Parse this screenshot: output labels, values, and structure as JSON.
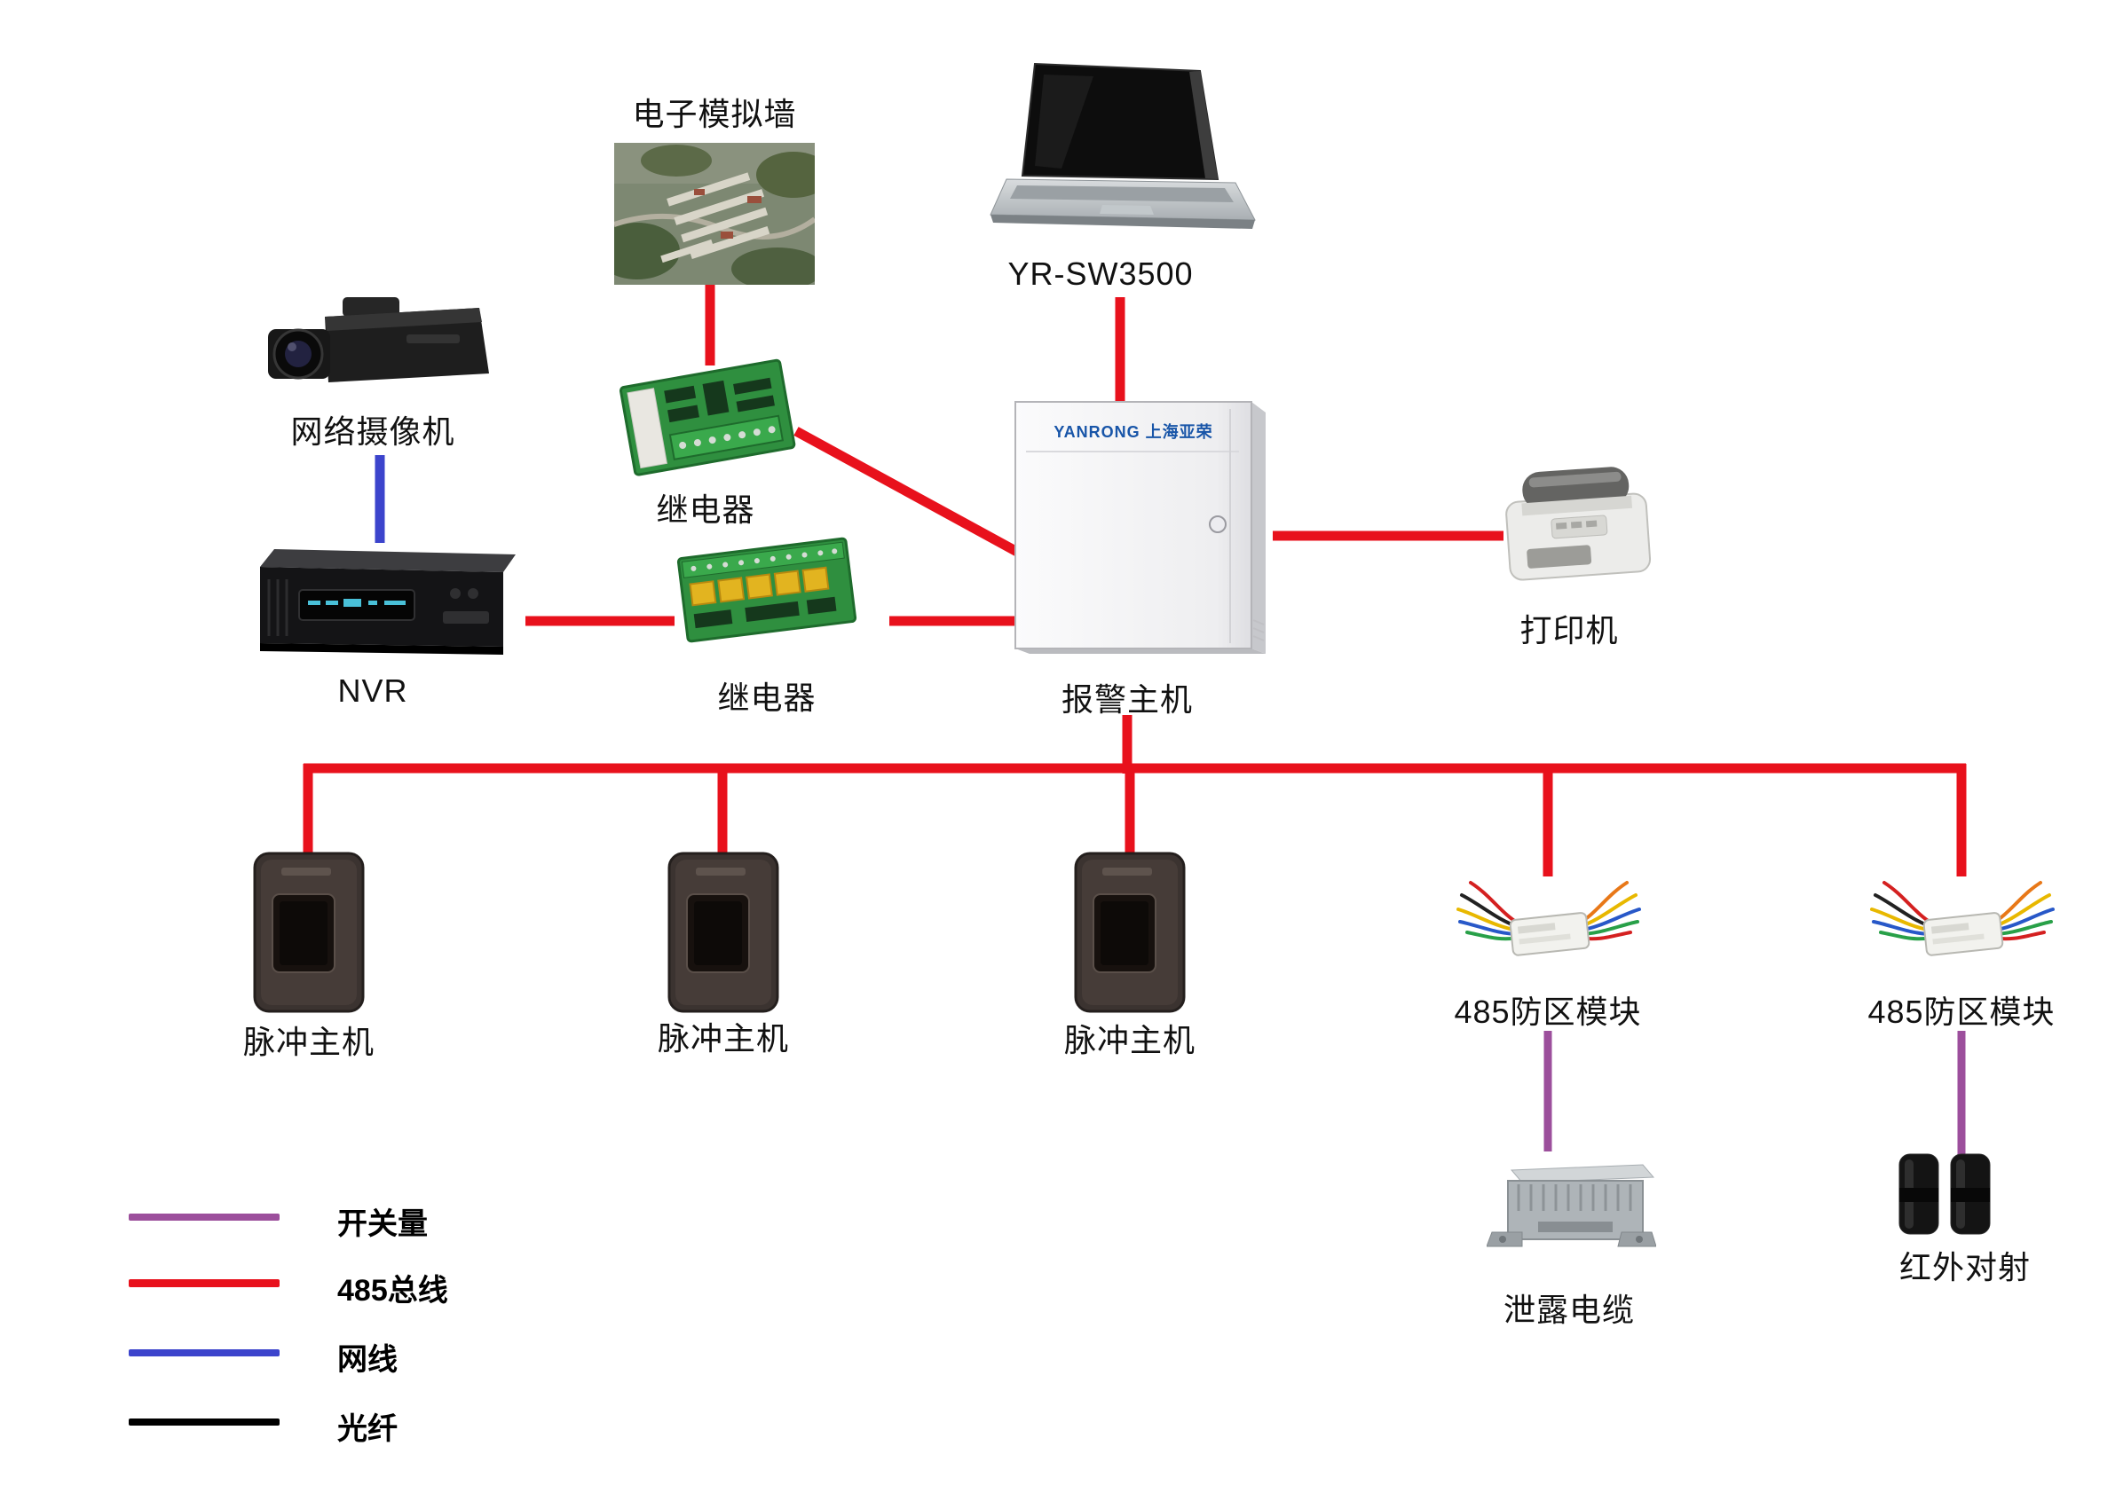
{
  "nodes": {
    "sim_wall": {
      "label": "电子模拟墙"
    },
    "laptop": {
      "label": "YR-SW3500"
    },
    "camera": {
      "label": "网络摄像机"
    },
    "relay_top": {
      "label": "继电器"
    },
    "relay_bottom": {
      "label": "继电器"
    },
    "nvr": {
      "label": "NVR"
    },
    "alarm_host": {
      "label": "报警主机",
      "brand": "YANRONG 上海亚荣"
    },
    "printer": {
      "label": "打印机"
    },
    "pulse_host_1": {
      "label": "脉冲主机"
    },
    "pulse_host_2": {
      "label": "脉冲主机"
    },
    "pulse_host_3": {
      "label": "脉冲主机"
    },
    "zone_module_1": {
      "label": "485防区模块"
    },
    "zone_module_2": {
      "label": "485防区模块"
    },
    "leak_cable": {
      "label": "泄露电缆"
    },
    "ir_beam": {
      "label": "红外对射"
    }
  },
  "legend": {
    "items": [
      {
        "label": "开关量",
        "color": "#9c4f9c"
      },
      {
        "label": "485总线",
        "color": "#e8111c"
      },
      {
        "label": "网线",
        "color": "#3c44cc"
      },
      {
        "label": "光纤",
        "color": "#000000"
      }
    ]
  },
  "colors": {
    "line_485": "#e8111c",
    "line_switch": "#9c4f9c",
    "line_network": "#3c44cc",
    "line_fiber": "#000000"
  }
}
